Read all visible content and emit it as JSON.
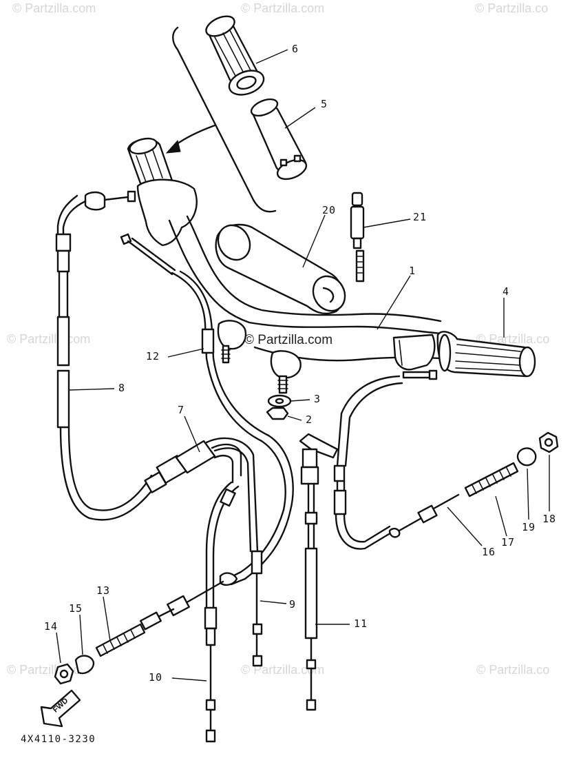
{
  "watermarks": {
    "brand": "© Partzilla.com",
    "top_right": "© Partzilla.co",
    "mid_right": "© Partzilla.co",
    "bottom_right": "© Partzilla.co"
  },
  "part_labels": {
    "p1": "1",
    "p2": "2",
    "p3": "3",
    "p4": "4",
    "p5": "5",
    "p6": "6",
    "p7": "7",
    "p8": "8",
    "p9": "9",
    "p10": "10",
    "p11": "11",
    "p12": "12",
    "p13": "13",
    "p14": "14",
    "p15": "15",
    "p16": "16",
    "p17": "17",
    "p18": "18",
    "p19": "19",
    "p20": "20",
    "p21": "21"
  },
  "direction_marker": "FWD",
  "diagram_code": "4X4110-3230"
}
